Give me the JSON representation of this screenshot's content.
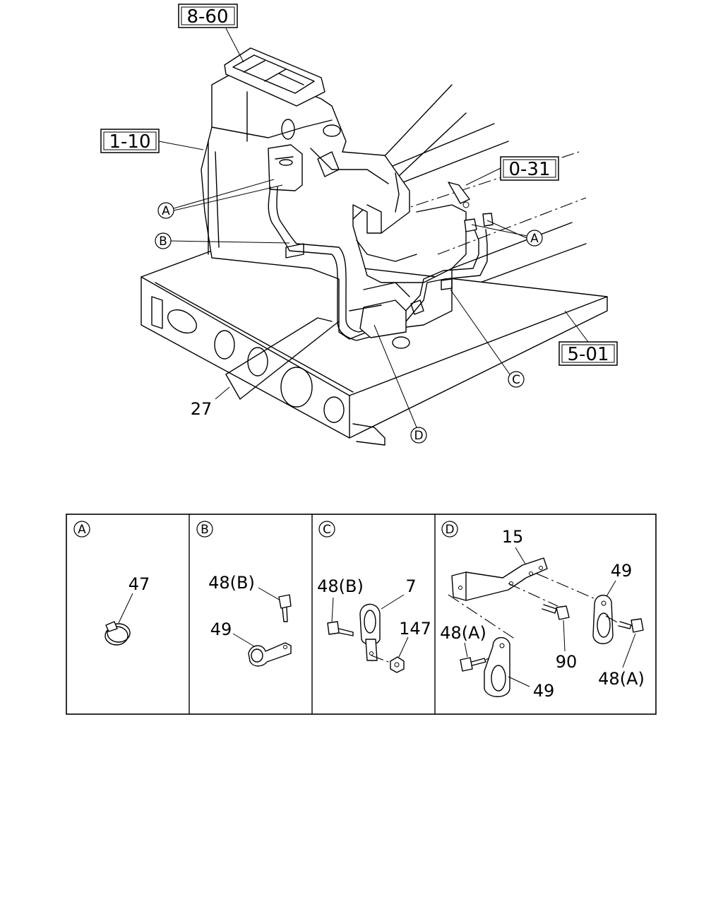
{
  "main_diagram": {
    "ref_boxes": [
      "8-60",
      "1-10",
      "0-31",
      "5-01"
    ],
    "circle_callouts": {
      "a": "A",
      "b": "B",
      "c": "C",
      "d": "D"
    },
    "part_numbers": {
      "hose": "27"
    }
  },
  "detail_panels": [
    {
      "letter": "A",
      "parts": [
        "47"
      ]
    },
    {
      "letter": "B",
      "parts": [
        "48(B)",
        "49"
      ]
    },
    {
      "letter": "C",
      "parts": [
        "48(B)",
        "7",
        "147"
      ]
    },
    {
      "letter": "D",
      "parts": [
        "15",
        "49",
        "48(A)",
        "90",
        "49",
        "48(A)"
      ]
    }
  ]
}
